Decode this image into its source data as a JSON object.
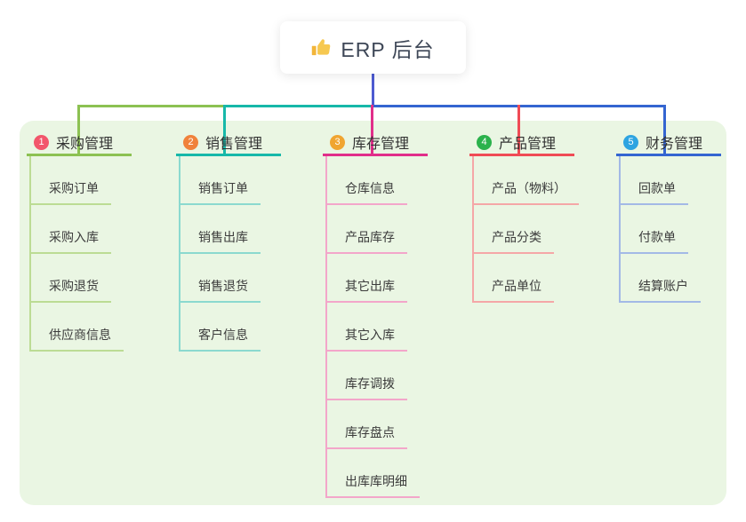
{
  "root": {
    "title": "ERP 后台",
    "icon": "thumbs-up-icon",
    "connector_color": "#4d5bd1"
  },
  "panel_color": "#eaf6e3",
  "branches": [
    {
      "num": "1",
      "label": "采购管理",
      "badge_color": "#f2566b",
      "line_color": "#8cc152",
      "child_line_color": "#bcdc94",
      "children": [
        "采购订单",
        "采购入库",
        "采购退货",
        "供应商信息"
      ]
    },
    {
      "num": "2",
      "label": "销售管理",
      "badge_color": "#f0823b",
      "line_color": "#17b8a9",
      "child_line_color": "#8bd9cf",
      "children": [
        "销售订单",
        "销售出库",
        "销售退货",
        "客户信息"
      ]
    },
    {
      "num": "3",
      "label": "库存管理",
      "badge_color": "#f0a531",
      "line_color": "#e12e8a",
      "child_line_color": "#f3a6ca",
      "children": [
        "仓库信息",
        "产品库存",
        "其它出库",
        "其它入库",
        "库存调拨",
        "库存盘点",
        "出库库明细"
      ]
    },
    {
      "num": "4",
      "label": "产品管理",
      "badge_color": "#2bb24c",
      "line_color": "#f04b55",
      "child_line_color": "#f5a7a7",
      "children": [
        "产品（物料）",
        "产品分类",
        "产品单位"
      ]
    },
    {
      "num": "5",
      "label": "财务管理",
      "badge_color": "#2ea4e1",
      "line_color": "#3465d1",
      "child_line_color": "#a3b9e6",
      "children": [
        "回款单",
        "付款单",
        "结算账户"
      ]
    }
  ]
}
